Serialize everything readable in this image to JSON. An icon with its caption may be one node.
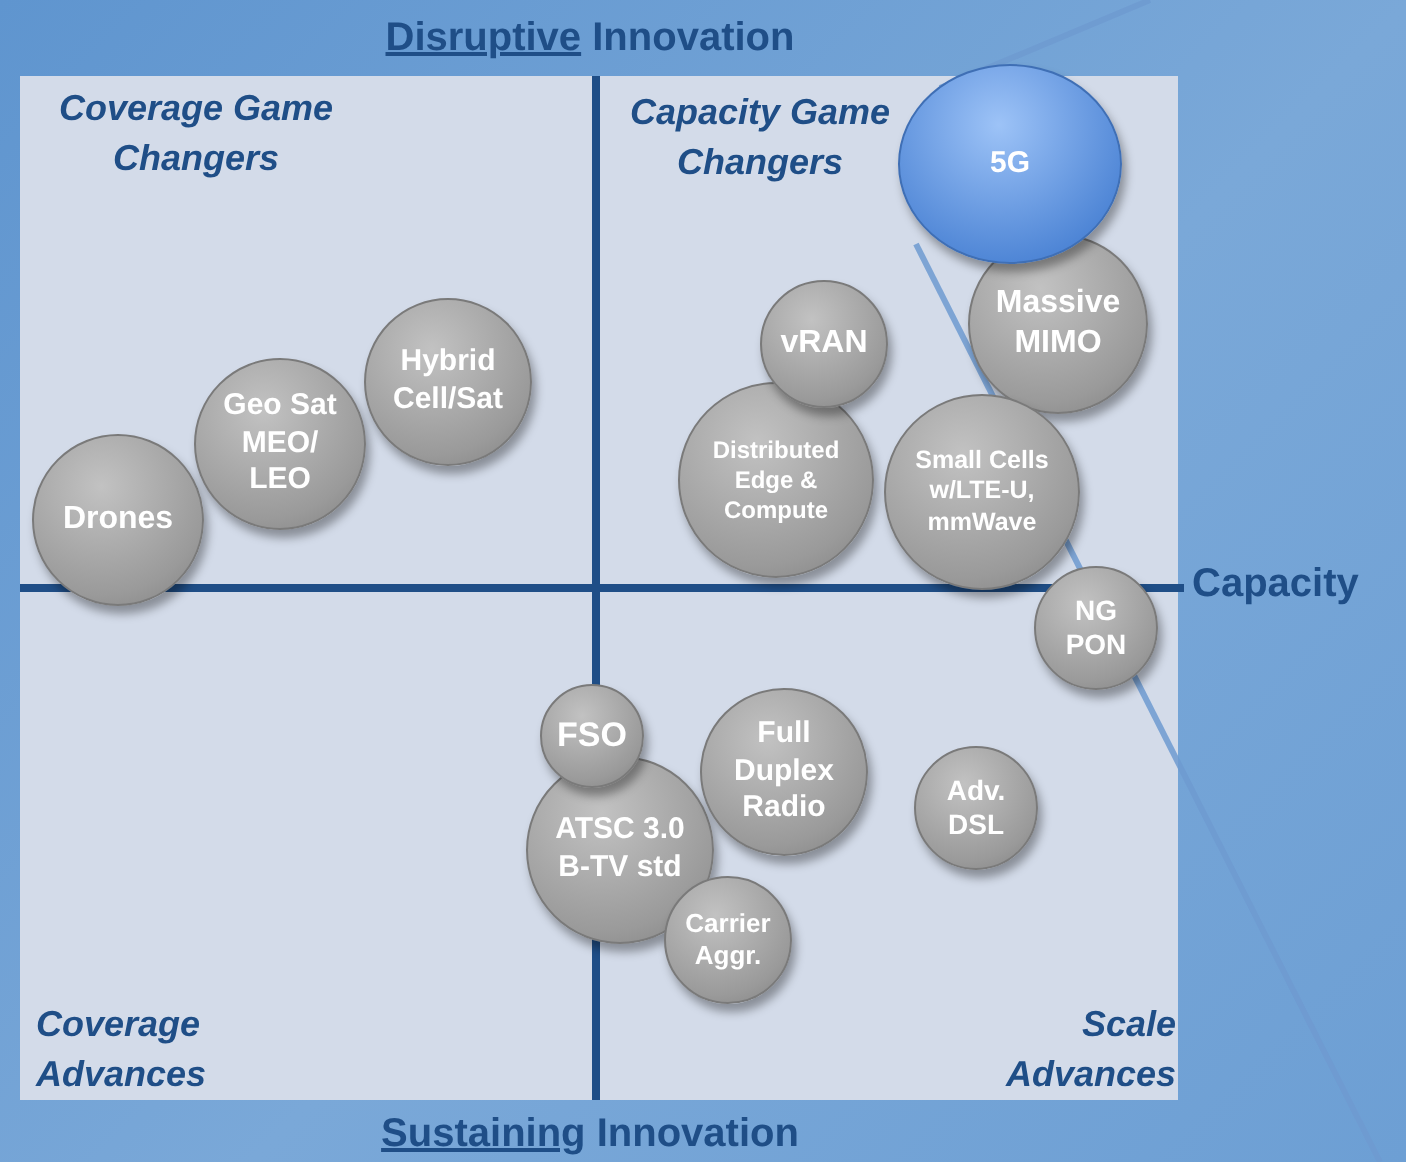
{
  "diagram": {
    "title": "Disruptive Innovation",
    "caption": "Sustaining Innovation",
    "nodes": [
      {
        "text": [
          "5G"
        ]
      },
      {
        "text": [
          "Hybrid Cell/Sat"
        ]
      },
      {
        "text": [
          "vRAN"
        ]
      },
      {
        "text": [
          "Massive MIMO"
        ]
      },
      {
        "text": [
          "Geo Sat MEO/ LEO"
        ]
      },
      {
        "text": [
          "Distributed Edge & Compute"
        ]
      },
      {
        "text": [
          "Small Cells w/LTE-U, mmWave"
        ]
      },
      {
        "text": [
          "Drones"
        ]
      },
      {
        "text": [
          "NG PON"
        ]
      },
      {
        "text": [
          "FSO"
        ]
      },
      {
        "text": [
          "Full Duplex Radio"
        ]
      },
      {
        "text": [
          "ATSC 3.0 B-TV std"
        ]
      },
      {
        "text": [
          "Adv. DSL"
        ]
      },
      {
        "text": [
          "Carrier Aggr."
        ]
      }
    ],
    "labels": [
      "Coverage Game Changers",
      "Capacity Game Changers",
      "Capacity",
      "Coverage Advances",
      "Scale Advances"
    ]
  }
}
